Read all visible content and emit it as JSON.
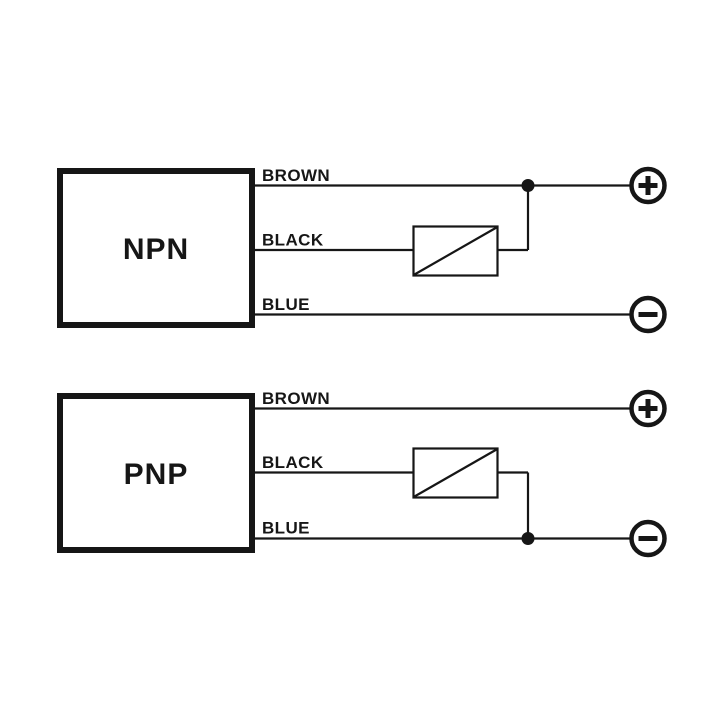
{
  "title": "NPN and PNP sensor output wiring diagram",
  "colors": {
    "background": "#ffffff",
    "ink": "#161616"
  },
  "circuits": [
    {
      "device_label": "NPN",
      "wire_labels": {
        "brown": "BROWN",
        "black": "BLACK",
        "blue": "BLUE"
      },
      "terminals": {
        "positive": "+",
        "negative": "−"
      },
      "load": "load-symbol",
      "load_connection": "black wire through load to positive (brown) rail"
    },
    {
      "device_label": "PNP",
      "wire_labels": {
        "brown": "BROWN",
        "black": "BLACK",
        "blue": "BLUE"
      },
      "terminals": {
        "positive": "+",
        "negative": "−"
      },
      "load": "load-symbol",
      "load_connection": "black wire through load to negative (blue) rail"
    }
  ]
}
